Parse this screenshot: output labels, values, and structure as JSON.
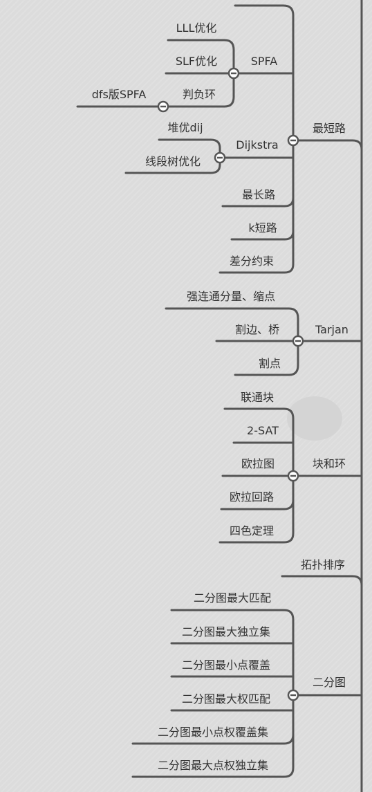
{
  "mindmap": {
    "shortest_path": {
      "label": "最短路",
      "spfa": {
        "label": "SPFA",
        "children": [
          "LLL优化",
          "SLF优化",
          "判负环"
        ],
        "negative_cycle_child": "dfs版SPFA"
      },
      "dijkstra": {
        "label": "Dijkstra",
        "children": [
          "堆优dij",
          "线段树优化"
        ]
      },
      "others": [
        "最长路",
        "k短路",
        "差分约束"
      ]
    },
    "tarjan": {
      "label": "Tarjan",
      "children": [
        "强连通分量、缩点",
        "割边、桥",
        "割点"
      ]
    },
    "blocks_cycles": {
      "label": "块和环",
      "children": [
        "联通块",
        "2-SAT",
        "欧拉图",
        "欧拉回路",
        "四色定理"
      ]
    },
    "topo_sort": {
      "label": "拓扑排序"
    },
    "bipartite": {
      "label": "二分图",
      "children": [
        "二分图最大匹配",
        "二分图最大独立集",
        "二分图最小点覆盖",
        "二分图最大权匹配",
        "二分图最小点权覆盖集",
        "二分图最大点权独立集"
      ]
    }
  }
}
